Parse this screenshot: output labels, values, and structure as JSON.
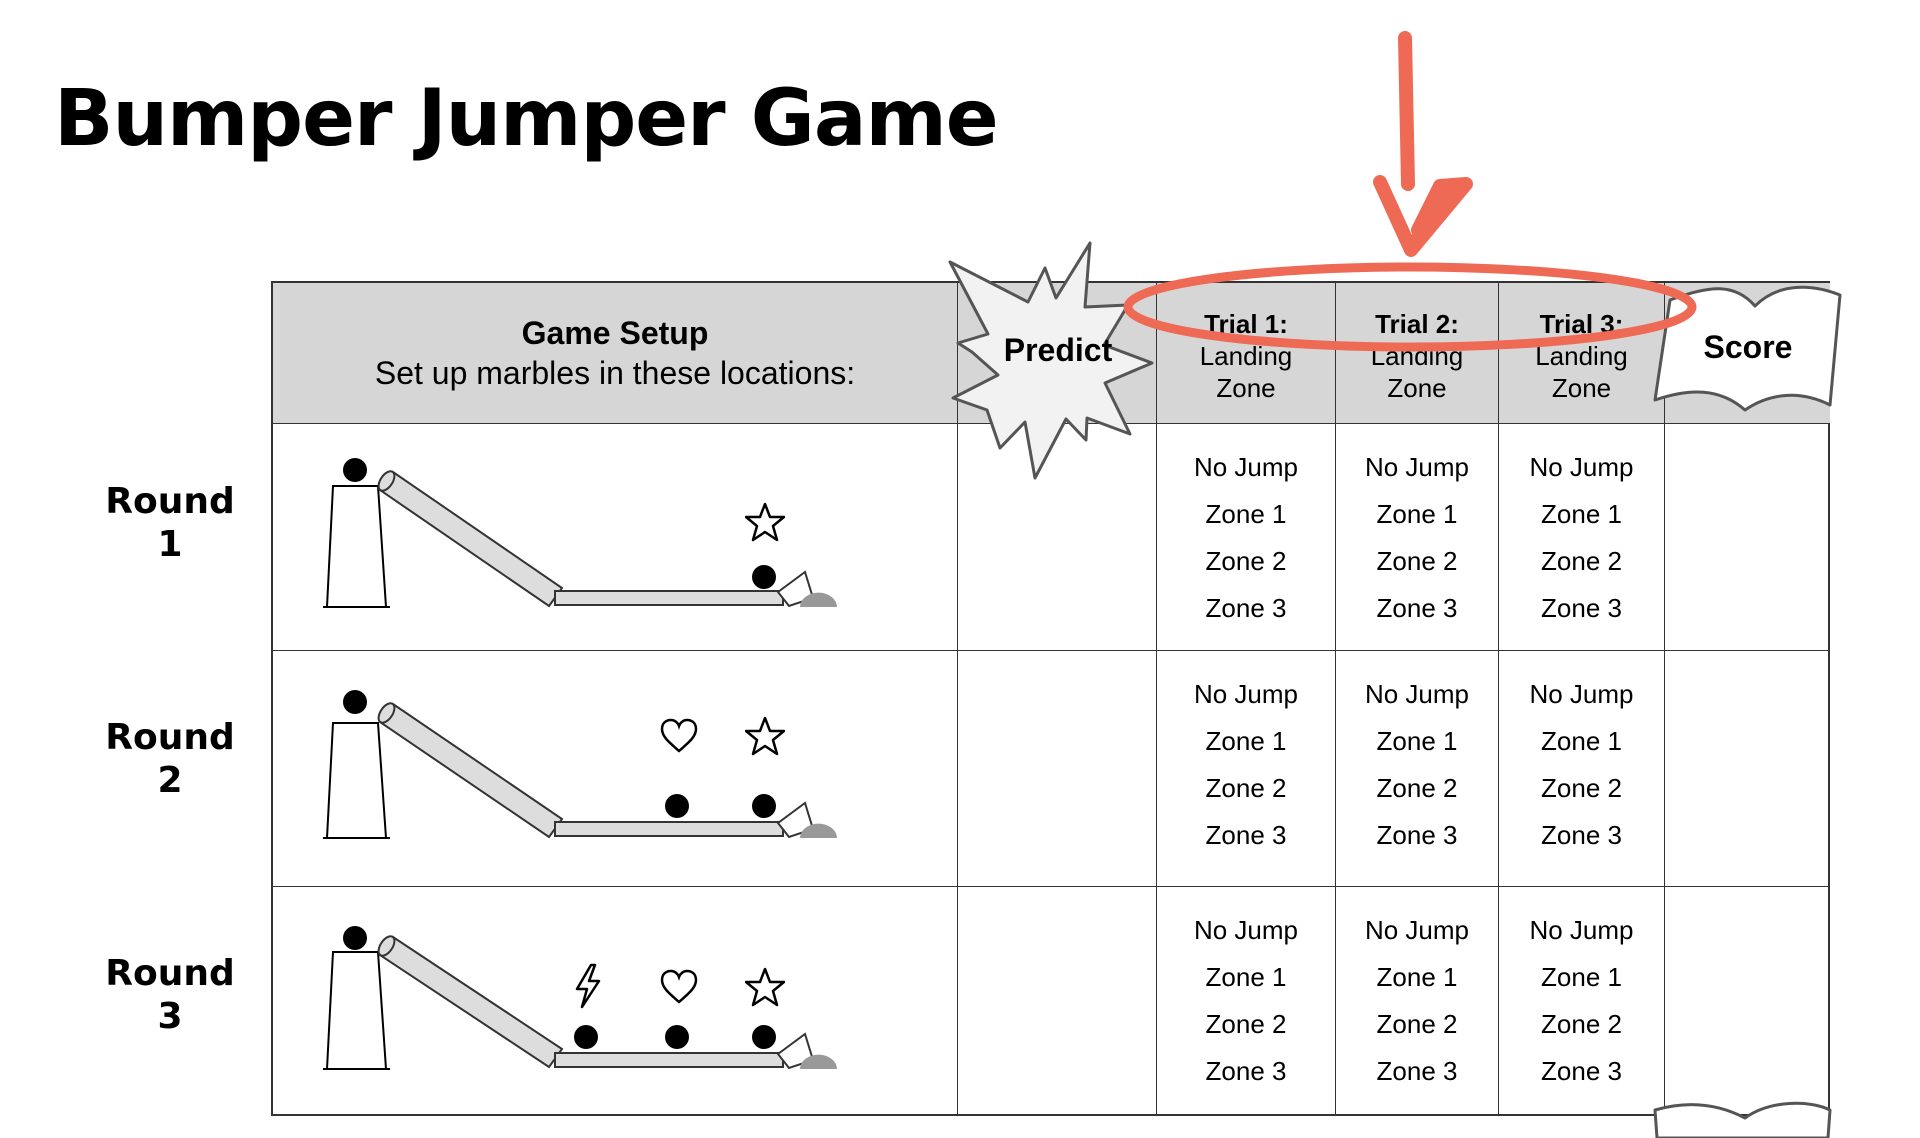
{
  "title": "Bumper Jumper Game",
  "header": {
    "setup_title": "Game Setup",
    "setup_subtitle": "Set up marbles in these locations:",
    "predict": "Predict",
    "trials": [
      {
        "title": "Trial 1:",
        "line1": "Landing",
        "line2": "Zone"
      },
      {
        "title": "Trial 2:",
        "line1": "Landing",
        "line2": "Zone"
      },
      {
        "title": "Trial 3:",
        "line1": "Landing",
        "line2": "Zone"
      }
    ],
    "score": "Score"
  },
  "rounds": [
    {
      "label": "Round 1",
      "targets": [
        "star-icon"
      ]
    },
    {
      "label": "Round 2",
      "targets": [
        "heart-icon",
        "star-icon"
      ]
    },
    {
      "label": "Round 3",
      "targets": [
        "lightning-icon",
        "heart-icon",
        "star-icon"
      ]
    }
  ],
  "zone_options": [
    "No Jump",
    "Zone 1",
    "Zone 2",
    "Zone 3"
  ],
  "colors": {
    "annotation": "#ee6a55",
    "header_bg": "#d6d6d6",
    "grid": "#333333"
  }
}
